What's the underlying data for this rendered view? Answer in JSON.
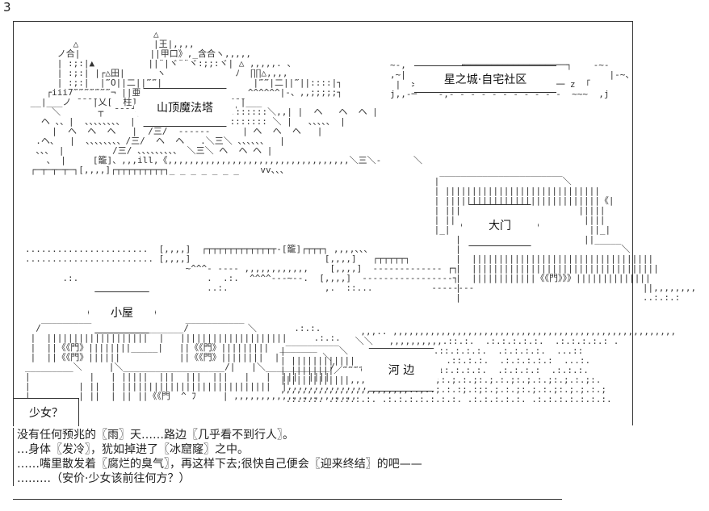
{
  "page_number": "3",
  "locations": {
    "mountain_tower": "山顶魔法塔",
    "star_castle": "星之城·自宅社区",
    "gate": "大门",
    "hut": "小屋",
    "riverside": "河 边",
    "girl": "少女？"
  },
  "signs": {
    "tower_gate": "[柱]",
    "cage": "[籠]",
    "gate_char": "《門》"
  },
  "narrative": {
    "line1": "没有任何预兆的〖雨〗天……路边〖几乎看不到行人〗。",
    "line2": "…身体〖发冷〗，犹如掉进了〖冰窟窿〗之中。",
    "line3": "……嘴里散发着〖腐烂的臭气〗，再这样下去;很快自己便会〖迎来终结〗的吧——",
    "line4": "………（安价·少女该前往何方？）"
  }
}
